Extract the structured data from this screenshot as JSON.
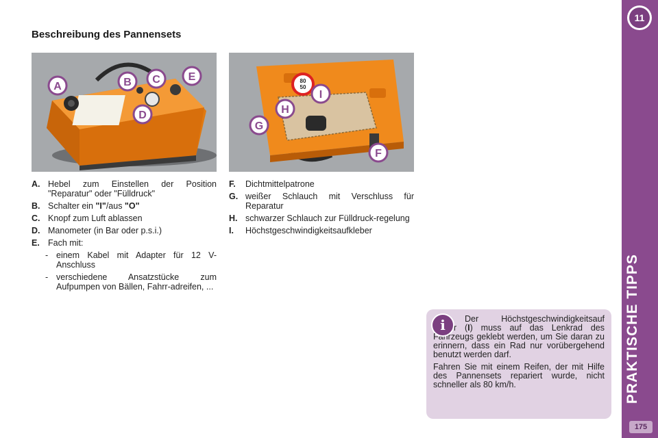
{
  "title": "Beschreibung des Pannensets",
  "chapter": "11",
  "sidebar_title": "PRAKTISCHE TIPPS",
  "page_number": "175",
  "photo_left_labels": [
    "A",
    "B",
    "C",
    "D",
    "E"
  ],
  "photo_right_labels": [
    "F",
    "G",
    "H",
    "I"
  ],
  "sticker_text": [
    "80",
    "50"
  ],
  "items_left": [
    {
      "letter": "A.",
      "text": "Hebel zum Einstellen der Position \"Reparatur\" oder \"Fülldruck\""
    },
    {
      "letter": "B.",
      "text_pre": "Schalter ein ",
      "q1": "\"I\"",
      "text_mid": "/aus ",
      "q2": "\"O\""
    },
    {
      "letter": "C.",
      "text": "Knopf zum Luft ablassen"
    },
    {
      "letter": "D.",
      "text": "Manometer (in Bar oder p.s.i.)"
    },
    {
      "letter": "E.",
      "text": "Fach mit:"
    }
  ],
  "sub_items": [
    {
      "dash": "-",
      "text": "einem Kabel mit Adapter für 12 V-Anschluss"
    },
    {
      "dash": "-",
      "text": "verschiedene Ansatzstücke zum Aufpumpen von Bällen, Fahrr-adreifen, ..."
    }
  ],
  "items_right": [
    {
      "letter": "F.",
      "text": "Dichtmittelpatrone"
    },
    {
      "letter": "G.",
      "text": "weißer Schlauch mit Verschluss für Reparatur"
    },
    {
      "letter": "H.",
      "text": "schwarzer Schlauch zur Fülldruck-regelung"
    },
    {
      "letter": "I.",
      "text": "Höchstgeschwindigkeitsaufkleber"
    }
  ],
  "info": {
    "icon": "i",
    "p1_pre": "Der Höchstgeschwindigkeitsauf kleber (",
    "p1_bold": "I",
    "p1_post": ") muss auf das Lenkrad des Fahrzeugs geklebt werden, um Sie daran zu erinnern, dass ein Rad nur vorübergehend benutzt werden darf.",
    "p2": "Fahren Sie mit einem Reifen, der mit Hilfe des Pannensets repariert wurde, nicht schneller als 80 km/h."
  },
  "colors": {
    "accent": "#8a4a8e",
    "info_bg": "#e1d2e3",
    "kit_orange": "#f08a1c",
    "photo_bg": "#a6a9ac"
  }
}
